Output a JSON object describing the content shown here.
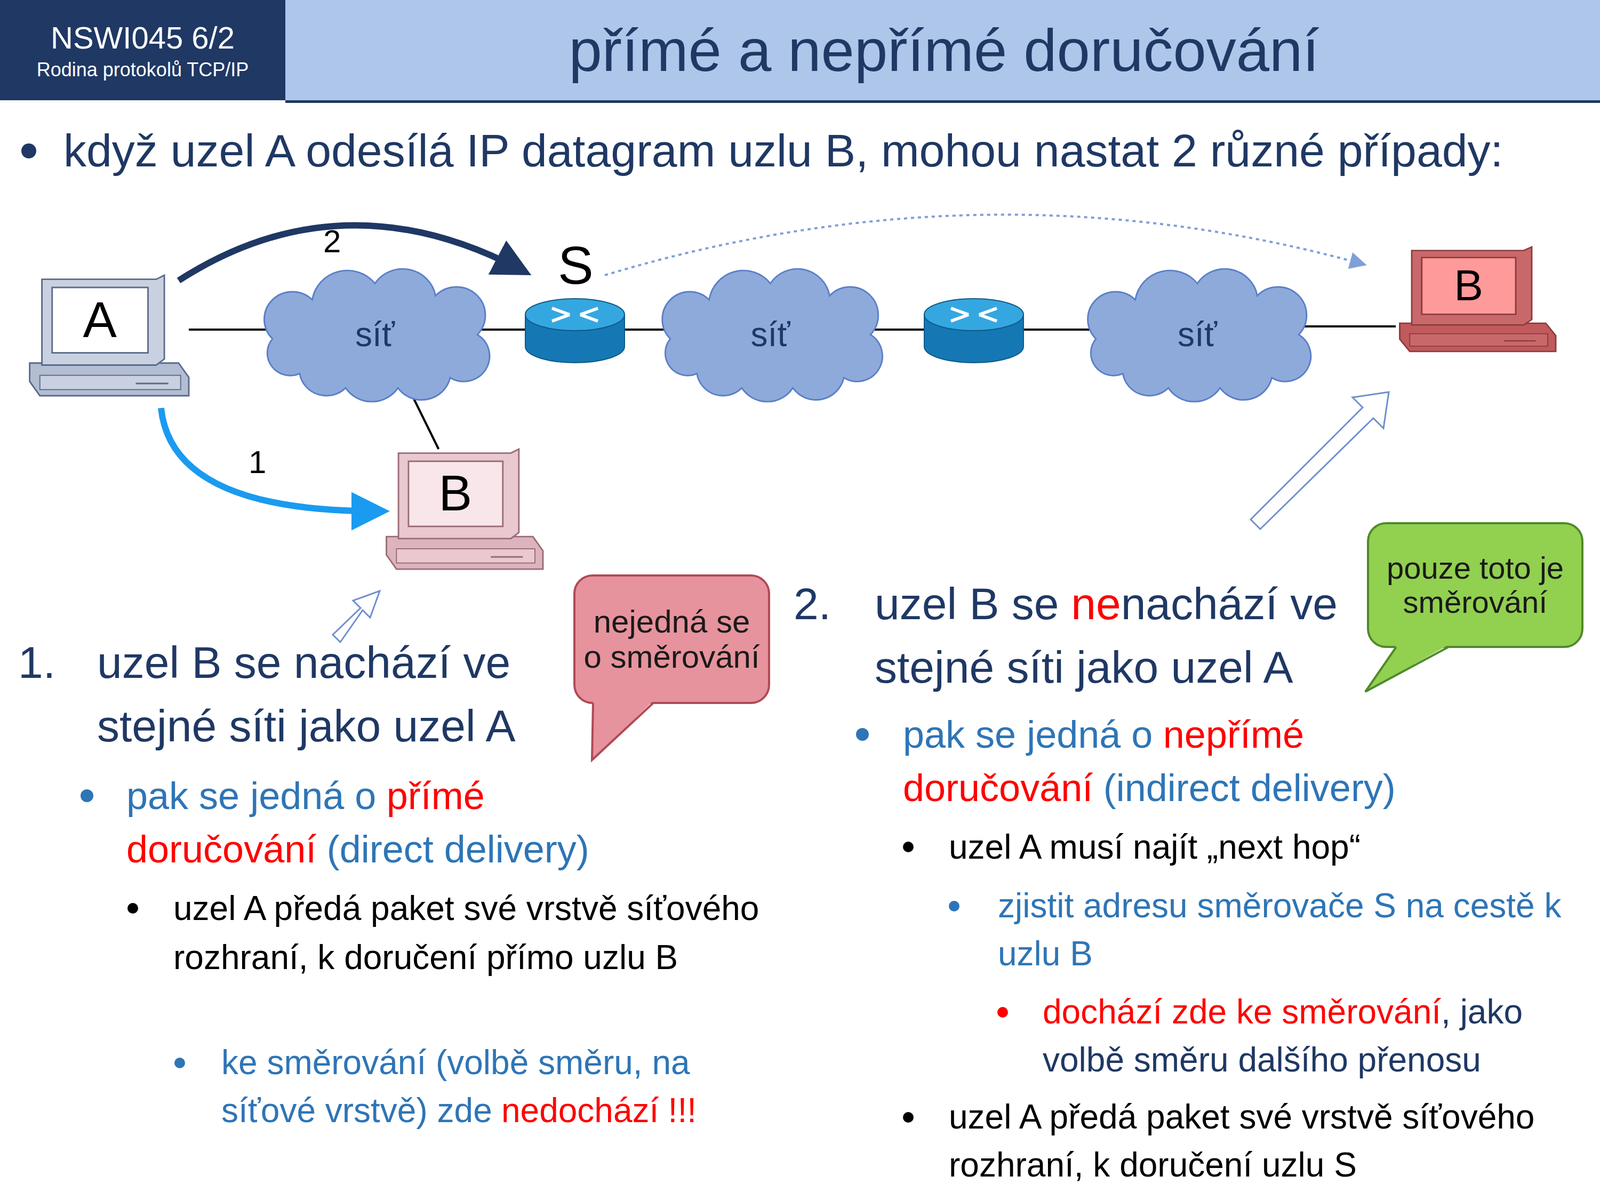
{
  "diagram": {
    "title": "přímé a nepřímé doručování",
    "nodes": [
      {
        "text": [
          "NSWI045 6/2",
          "Rodina protokolů TCP/IP"
        ]
      },
      {
        "text": [
          "A"
        ]
      },
      {
        "text": [
          "síť"
        ]
      },
      {
        "text": [
          "síť"
        ]
      },
      {
        "text": [
          "síť"
        ]
      },
      {
        "text": [
          "B"
        ]
      },
      {
        "text": [
          "B"
        ]
      },
      {
        "text": [
          "nejedná se o směrování"
        ]
      },
      {
        "text": [
          "pouze toto je směrování"
        ]
      }
    ],
    "edges": [
      {
        "from": 1,
        "to": 6,
        "arrow": "to",
        "label": "1"
      },
      {
        "from": 1,
        "to": 2,
        "arrow": "none"
      },
      {
        "from": 2,
        "to": 6,
        "arrow": "none"
      },
      {
        "from": 4,
        "to": 5,
        "arrow": "none"
      }
    ],
    "labels": [
      "když uzel A odesílá IP datagram uzlu B, mohou nastat 2 různé případy:",
      "2",
      "S",
      "1.",
      "uzel B se nachází ve stejné síti jako uzel A",
      "pak se jedná o",
      "přímé doručování",
      "(direct delivery)",
      "uzel A předá paket své vrstvě síťového rozhraní, k doručení přímo uzlu B",
      "ke směrování (volbě směru, na síťové vrstvě) zde",
      "nedochází",
      "!!!",
      "2.",
      "uzel B se",
      "ne",
      "nachází ve stejné síti jako uzel A",
      "pak se jedná o",
      "nepřímé doručování",
      "(indirect delivery)",
      "uzel A musí najít „next hop“",
      "zjistit adresu směrovače S na cestě k uzlu B",
      "dochází zde ke směrování",
      ", jako volbě směru dalšího přenosu",
      "uzel A předá paket své vrstvě síťového rozhraní, k doručení uzlu S"
    ]
  }
}
